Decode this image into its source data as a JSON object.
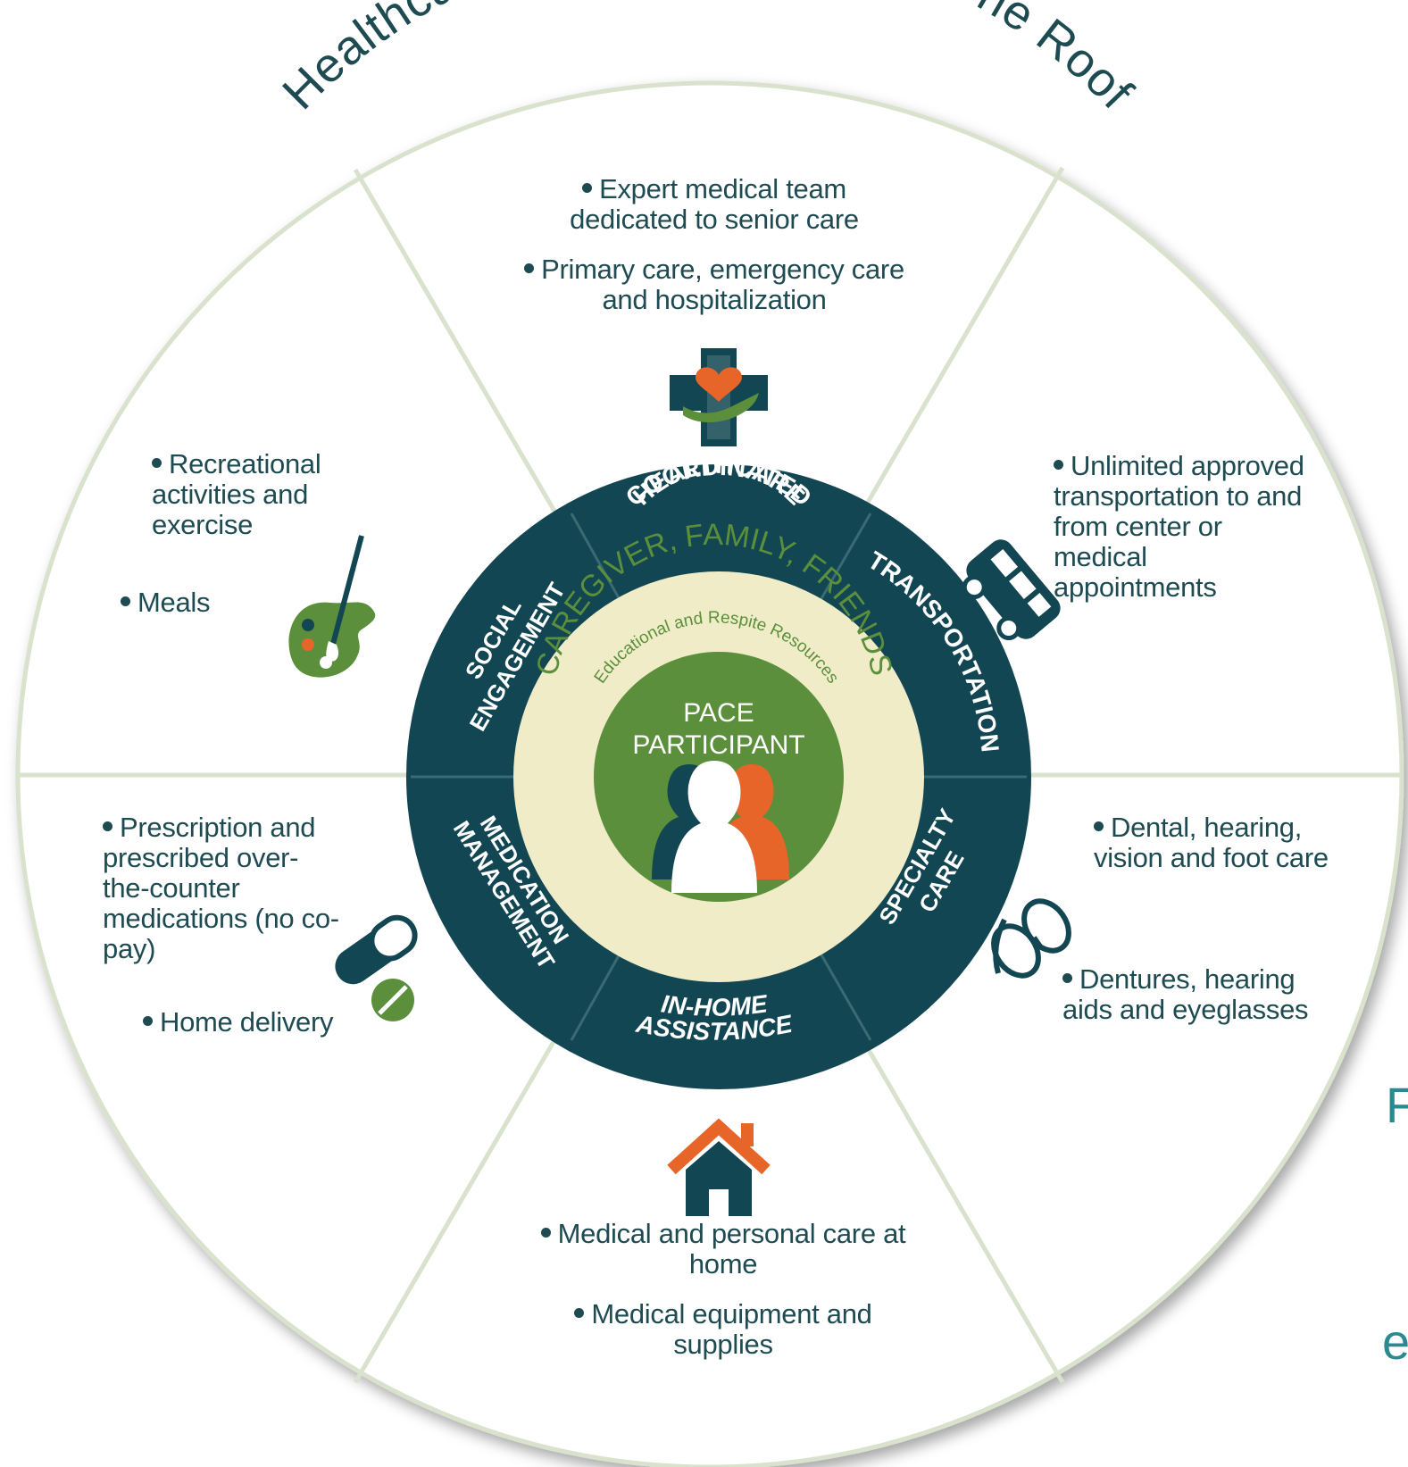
{
  "title": "Healthcare and Support Under One Roof",
  "center": {
    "line1": "PACE",
    "line2": "PARTICIPANT",
    "ring_title": "CAREGIVER, FAMILY, FRIENDS",
    "ring_subtitle": "Educational and Respite Resources"
  },
  "services_ring": {
    "coordinated_line1": "COORDINATED",
    "coordinated_line2": "HEALTHCARE",
    "transportation": "TRANSPORTATION",
    "specialty_line1": "SPECIALTY",
    "specialty_line2": "CARE",
    "inhome_line1": "IN-HOME",
    "inhome_line2": "ASSISTANCE",
    "medication_line1": "MEDICATION",
    "medication_line2": "MANAGEMENT",
    "social_line1": "SOCIAL",
    "social_line2": "ENGAGEMENT"
  },
  "sectors": {
    "healthcare": [
      "Expert medical team dedicated to senior care",
      "Primary care, emergency care and hospitalization"
    ],
    "transportation": [
      "Unlimited approved transportation to and from center or medical appointments"
    ],
    "specialty": [
      "Dental, hearing, vision and foot care",
      "Dentures, hearing aids and eyeglasses"
    ],
    "inhome": [
      "Medical and personal care at home",
      "Medical equipment and supplies"
    ],
    "medication": [
      "Prescription and prescribed over-the-counter medications (no co-pay)",
      "Home delivery"
    ],
    "social": [
      "Recreational activities and exercise",
      "Meals"
    ]
  },
  "edge_fragments": [
    "F",
    "e"
  ],
  "colors": {
    "dark_teal": "#124652",
    "green": "#5b8f3c",
    "cream": "#f0ecc8",
    "orange": "#e8652a",
    "divider": "#d8e2cc",
    "text": "#1e4b52"
  },
  "icons": [
    "medical-cross-heart-icon",
    "van-icon",
    "eyeglasses-icon",
    "house-icon",
    "pill-icon",
    "palette-icon",
    "people-silhouette-icon"
  ]
}
